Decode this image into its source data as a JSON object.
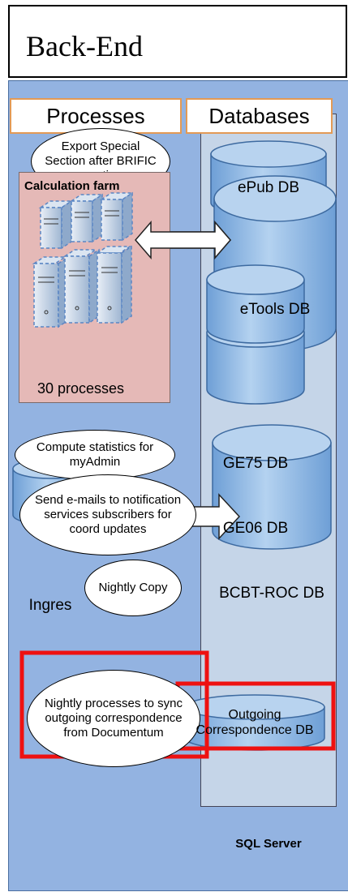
{
  "title": "Back-End",
  "headers": {
    "processes": "Processes",
    "databases": "Databases"
  },
  "processes": {
    "export_special": "Export Special Section after BRIFIC meeting",
    "calc_farm_title": "Calculation farm",
    "calc_farm_count": "30 processes",
    "compute_stats": "Compute statistics for myAdmin",
    "send_emails": "Send e-mails to notification services subscribers for coord updates",
    "ingres": "Ingres",
    "nightly_copy": "Nightly Copy",
    "nightly_processes": "Nightly processes to sync outgoing correspondence from Documentum"
  },
  "databases": {
    "epub": "ePub DB",
    "etools": "eTools DB",
    "ge75": "GE75 DB",
    "ge06": "GE06 DB",
    "bcbt_roc": "BCBT-ROC DB",
    "outgoing": "Outgoing Correspondence DB"
  },
  "sql_server": "SQL Server",
  "colors": {
    "panel": "#93b3e1",
    "db_column": "#c5d5e8",
    "farm": "#e5b9b7",
    "header_border": "#e39a55",
    "highlight": "#ee1111",
    "cylinder": "#9cc1e8"
  }
}
